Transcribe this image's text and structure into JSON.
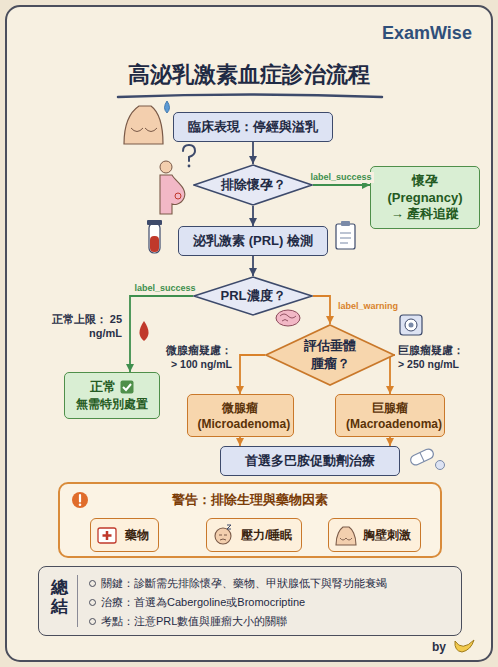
{
  "diagram": {
    "title": "高泌乳激素血症診治流程",
    "nodes": [
      {
        "text": [
          "臨床表現：停經與溢乳"
        ]
      },
      {
        "text": [
          "排除懷孕？"
        ]
      },
      {
        "text": [
          "懷孕 (Pregnancy) → 產科追蹤"
        ]
      },
      {
        "text": [
          "泌乳激素 (PRL) 檢測"
        ]
      },
      {
        "text": [
          "PRL濃度？"
        ]
      },
      {
        "text": [
          "正常",
          "無需特別處置"
        ]
      },
      {
        "text": [
          "評估垂體腫瘤？"
        ]
      },
      {
        "text": [
          "微腺瘤 (Microadenoma)"
        ]
      },
      {
        "text": [
          "巨腺瘤 (Macroadenoma)"
        ]
      },
      {
        "text": [
          "首選多巴胺促動劑治療"
        ]
      },
      {
        "text": [
          "警告：排除生理與藥物因素"
        ]
      },
      {
        "text": [
          "藥物"
        ],
        "in": 10
      },
      {
        "text": [
          "壓力/睡眠"
        ],
        "in": 10
      },
      {
        "text": [
          "胸壁刺激"
        ],
        "in": 10
      },
      {
        "text": [
          "總結",
          "關鍵：診斷需先排除懷孕、藥物、甲狀腺低下與腎功能衰竭",
          "治療：首選為Cabergoline或Bromocriptine",
          "考點：注意PRL數值與腫瘤大小的關聯"
        ]
      }
    ],
    "edges": [
      {
        "from": 0,
        "to": 1,
        "arrow": "to"
      },
      {
        "from": 1,
        "to": 2,
        "label": "label_success",
        "arrow": "to"
      },
      {
        "from": 1,
        "to": 3,
        "arrow": "to"
      },
      {
        "from": 3,
        "to": 4,
        "arrow": "to"
      },
      {
        "from": 4,
        "to": 5,
        "label": "label_success",
        "arrow": "to"
      },
      {
        "from": 4,
        "to": 6,
        "label": "label_warning",
        "arrow": "to"
      },
      {
        "from": 6,
        "to": 7,
        "arrow": "to"
      },
      {
        "from": 6,
        "to": 8,
        "arrow": "to"
      },
      {
        "from": 7,
        "to": 9,
        "arrow": "to"
      },
      {
        "from": 8,
        "to": 9,
        "arrow": "to"
      }
    ],
    "labels": [
      "ExamWise",
      "正常上限： 25 ng/mL",
      "微腺瘤疑慮： > 100 ng/mL",
      "巨腺瘤疑慮： > 250 ng/mL",
      "by"
    ]
  }
}
